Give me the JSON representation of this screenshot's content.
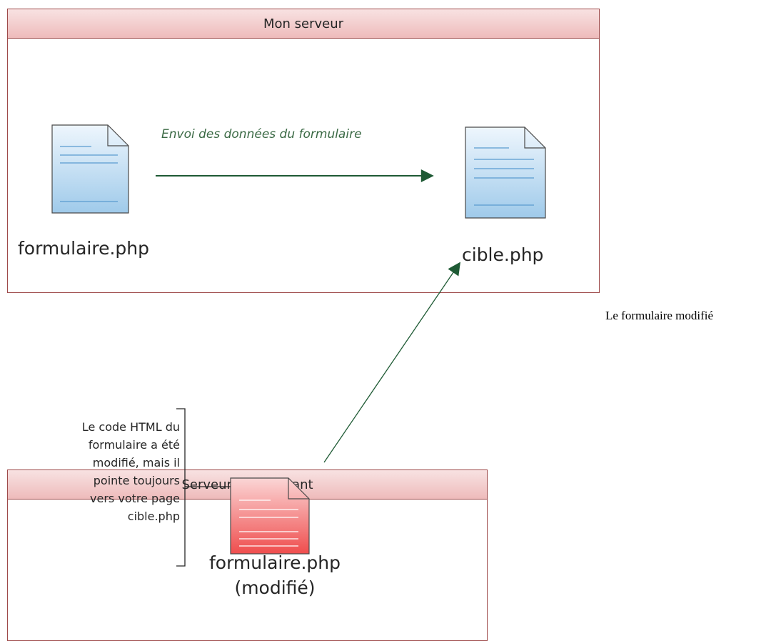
{
  "server_box": {
    "title": "Mon serveur",
    "files": {
      "form": "formulaire.php",
      "target": "cible.php"
    },
    "flow_label": "Envoi des données du formulaire"
  },
  "attacker_box": {
    "title": "Serveur du méchant",
    "file": {
      "name": "formulaire.php",
      "sublabel": "(modifié)"
    },
    "note": [
      "Le code HTML du",
      "formulaire a été",
      "modifié, mais il",
      "pointe toujours",
      "vers votre page",
      "cible.php"
    ]
  },
  "caption": "Le formulaire modifié",
  "colors": {
    "box_border": "#9e4a4a",
    "header_fill": "#eebbbb",
    "blue_doc": "#9fcaea",
    "red_doc": "#ef4d4d",
    "arrow": "#1e5a34",
    "flow_label": "#3b6a45"
  },
  "icons": {
    "server_form": "document-icon",
    "server_target": "document-icon",
    "attacker_form": "document-icon"
  }
}
